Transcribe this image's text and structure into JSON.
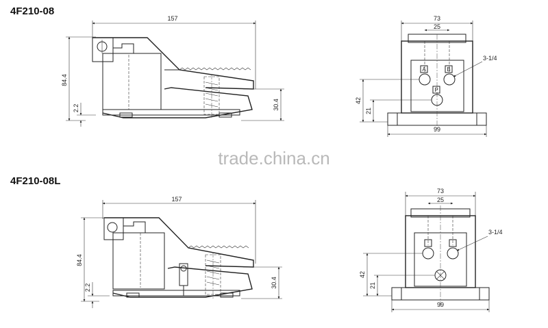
{
  "models": [
    {
      "title": "4F210-08",
      "side_view": {
        "length": "157",
        "height": "84.4",
        "base": "2.2",
        "pedal_height": "30.4"
      },
      "front_view": {
        "width_top": "73",
        "port_spacing": "25",
        "port_thread": "3-1/4",
        "height": "42",
        "port_height": "21",
        "base_width": "99",
        "ports": [
          "A",
          "B",
          "P"
        ]
      }
    },
    {
      "title": "4F210-08L",
      "side_view": {
        "length": "157",
        "height": "84.4",
        "base": "2.2",
        "pedal_height": "30.4"
      },
      "front_view": {
        "width_top": "73",
        "port_spacing": "25",
        "port_thread": "3-1/4",
        "height": "42",
        "port_height": "21",
        "base_width": "99"
      }
    }
  ],
  "watermark": "trade.china.cn"
}
